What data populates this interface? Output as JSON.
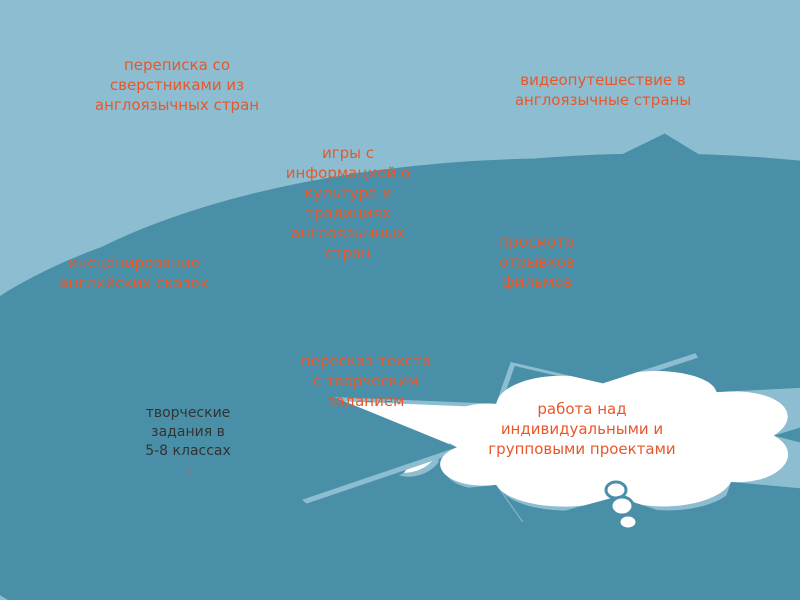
{
  "center": {
    "lines": [
      "творческие",
      "задания в",
      "5-8 классах"
    ],
    "suffix": ":"
  },
  "clouds": [
    {
      "id": "correspondence",
      "text": "переписка со сверстниками из англоязычных стран"
    },
    {
      "id": "video-travel",
      "text": "видеопутешествие в англоязычные страны"
    },
    {
      "id": "games",
      "text": "игры с информацией о культуре и традициях англоязычных стран"
    },
    {
      "id": "staging",
      "text": "инсценирование английских сказок"
    },
    {
      "id": "films",
      "text": "просмотр отрывков фильмов"
    },
    {
      "id": "retelling",
      "text": "пересказ текста с творческим заданием"
    },
    {
      "id": "projects",
      "text": "работа над индивидуальными и групповыми проектами"
    }
  ],
  "colors": {
    "cloud_fill": "#ffffff",
    "cloud_stroke": "#4A8FA8",
    "cloud_shadow": "#8DBDD0",
    "text": "#E8572A",
    "sun_stroke": "#F08A24"
  }
}
